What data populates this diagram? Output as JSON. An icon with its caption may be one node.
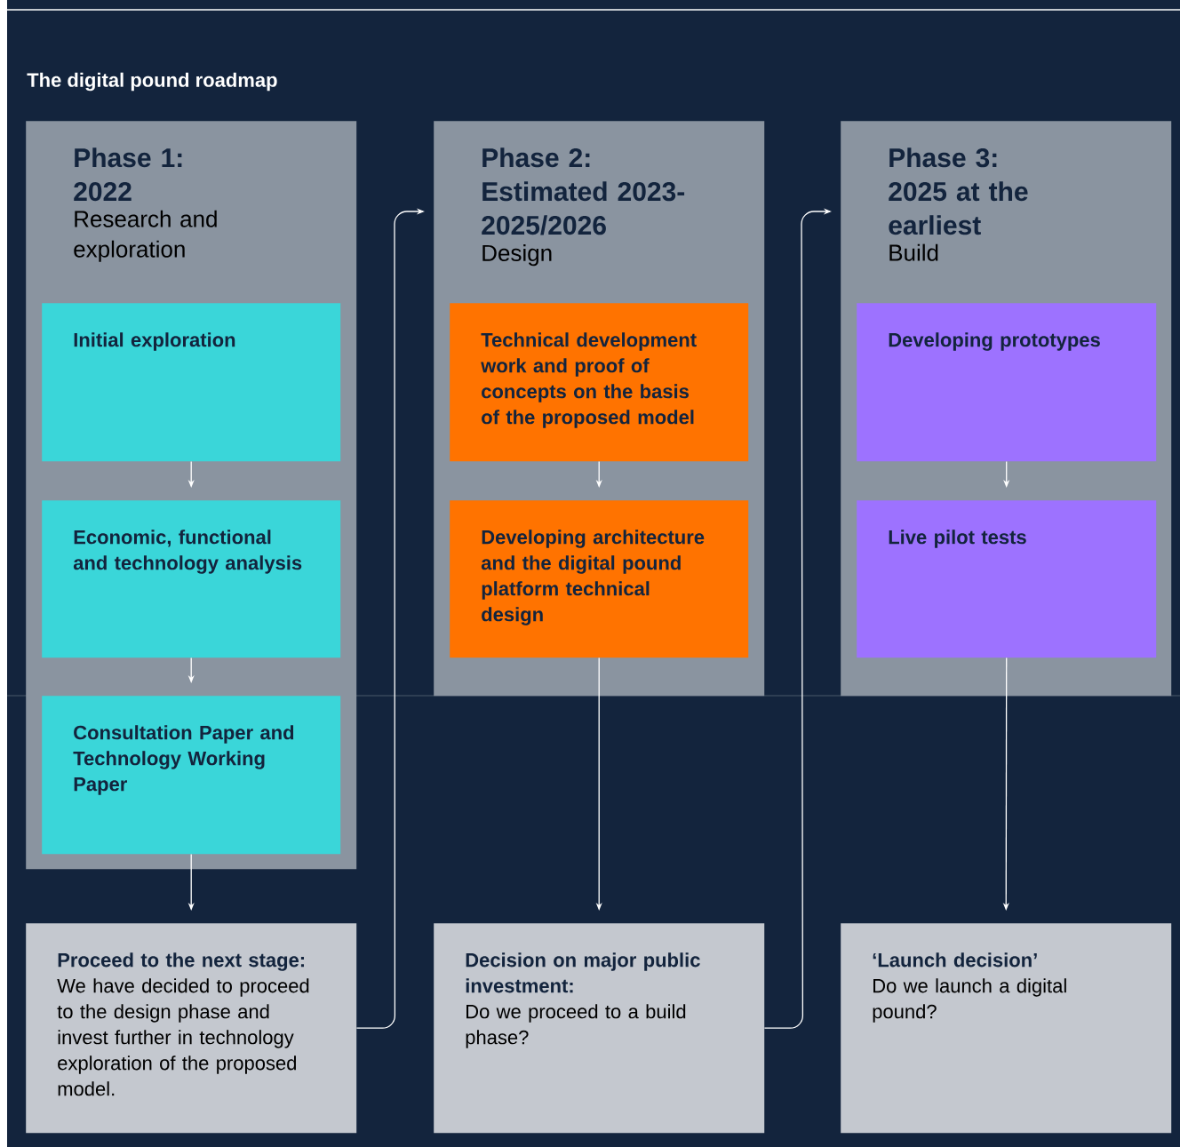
{
  "diagram": {
    "title": "The digital pound roadmap",
    "nodes": [
      {
        "text": [
          "Phase 1: 2022",
          "Research and exploration"
        ]
      },
      {
        "text": [
          "Initial exploration"
        ],
        "in": 0
      },
      {
        "text": [
          "Economic, functional and technology analysis"
        ],
        "in": 0
      },
      {
        "text": [
          "Consultation Paper and Technology Working Paper"
        ],
        "in": 0
      },
      {
        "text": [
          "Phase 2: Estimated 2023-2025/2026",
          "Design"
        ]
      },
      {
        "text": [
          "Technical development work and proof of concepts on the basis of the proposed model"
        ],
        "in": 4
      },
      {
        "text": [
          "Developing architecture and the digital pound platform technical design"
        ],
        "in": 4
      },
      {
        "text": [
          "Phase 3: 2025 at the earliest",
          "Build"
        ]
      },
      {
        "text": [
          "Developing prototypes"
        ],
        "in": 7
      },
      {
        "text": [
          "Live pilot tests"
        ],
        "in": 7
      },
      {
        "text": [
          "Proceed to the next stage:",
          "We have decided to proceed to the design phase and invest further in technology exploration of the proposed model."
        ]
      },
      {
        "text": [
          "Decision on major public investment:",
          "Do we proceed to a build phase?"
        ]
      },
      {
        "text": [
          "‘Launch decision’",
          "Do we launch a digital pound?"
        ]
      }
    ],
    "edges": [
      {
        "from": 1,
        "to": 2,
        "arrow": "to"
      },
      {
        "from": 2,
        "to": 3,
        "arrow": "to"
      },
      {
        "from": 3,
        "to": 10,
        "arrow": "to"
      },
      {
        "from": 10,
        "to": 4,
        "arrow": "to"
      },
      {
        "from": 5,
        "to": 6,
        "arrow": "to"
      },
      {
        "from": 6,
        "to": 11,
        "arrow": "to"
      },
      {
        "from": 11,
        "to": 7,
        "arrow": "to"
      },
      {
        "from": 8,
        "to": 9,
        "arrow": "to"
      },
      {
        "from": 9,
        "to": 12,
        "arrow": "to"
      }
    ]
  }
}
